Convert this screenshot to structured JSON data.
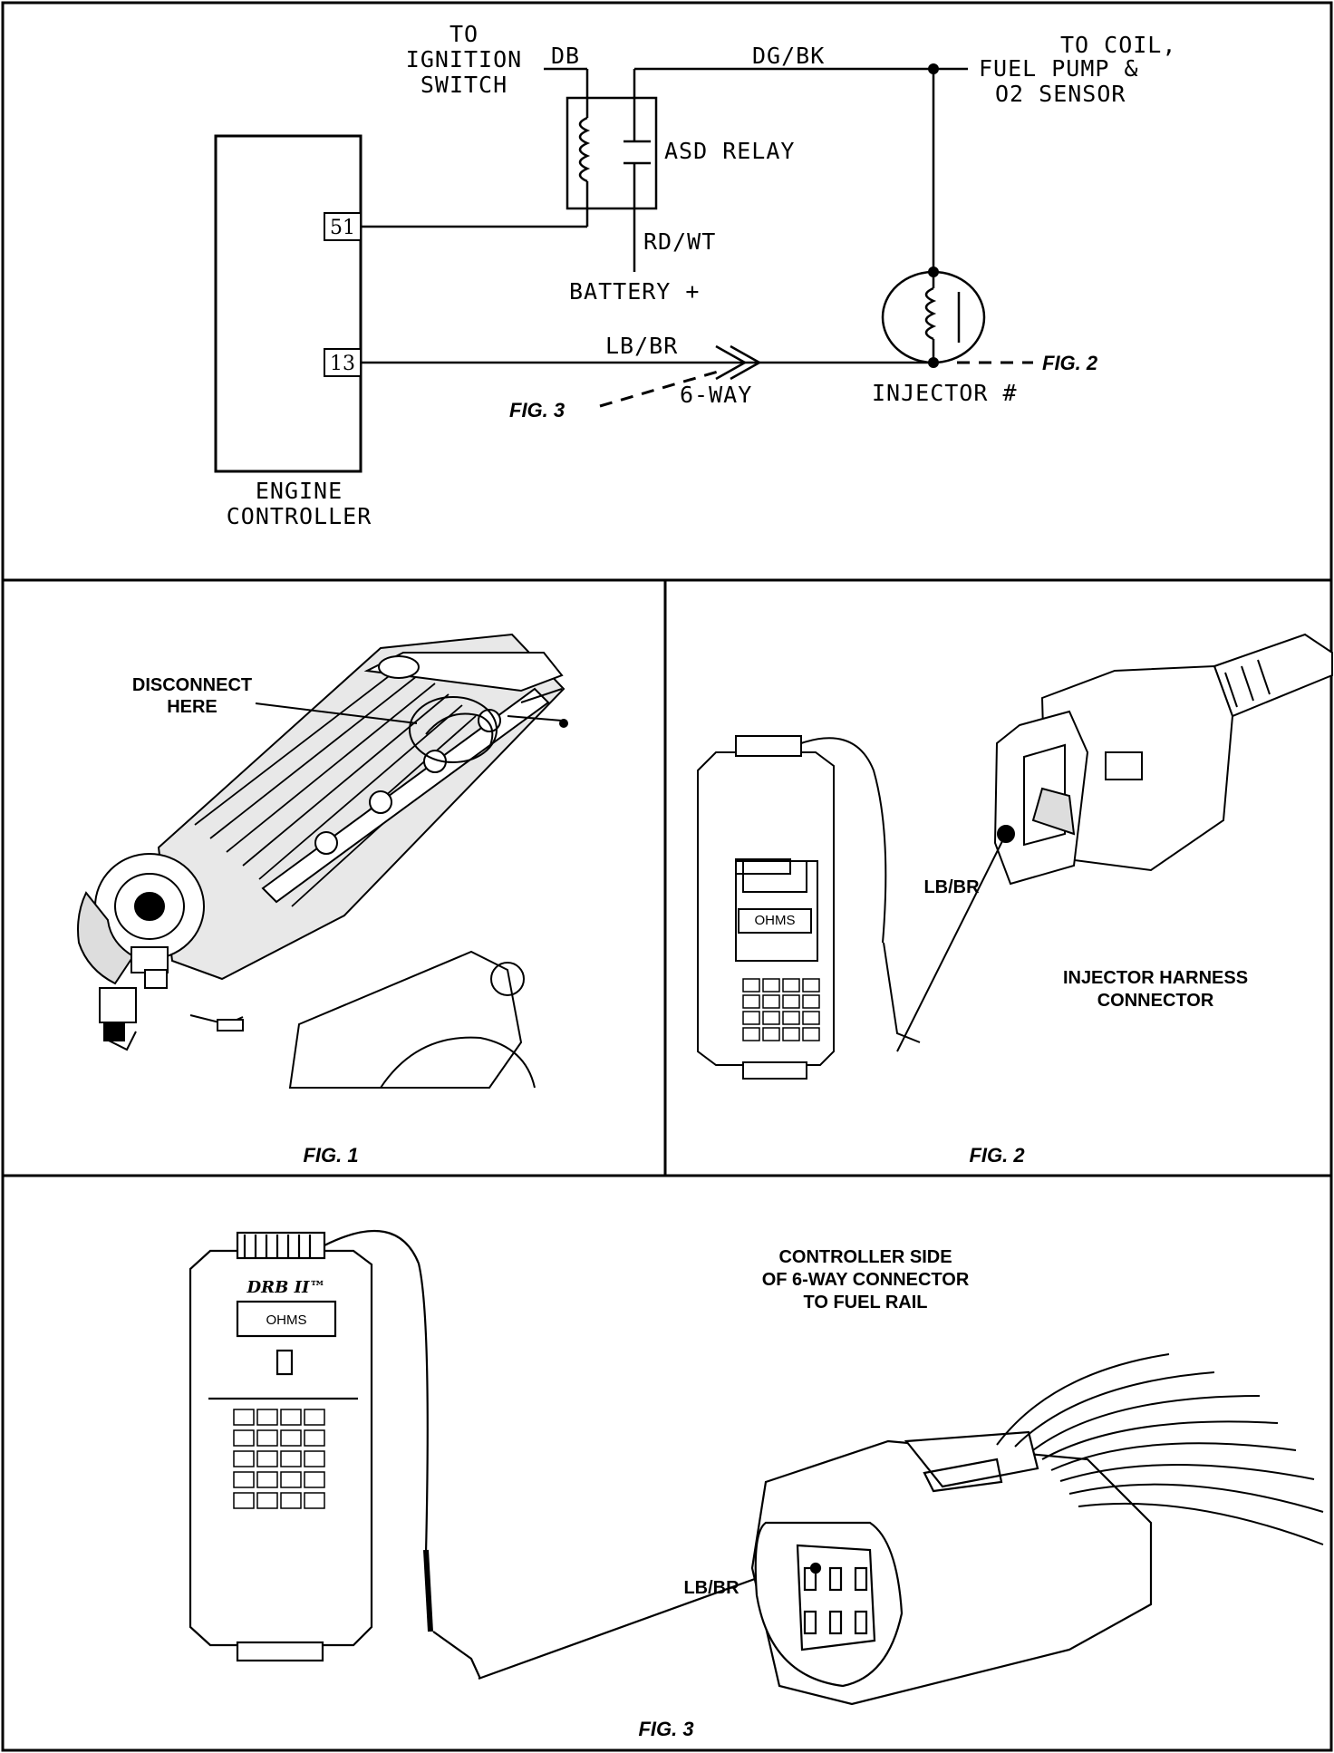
{
  "schematic": {
    "to_ignition_switch": [
      "TO",
      "IGNITION",
      "SWITCH"
    ],
    "wire_db": "DB",
    "wire_dg_bk": "DG/BK",
    "to_coil": [
      "TO COIL,",
      "FUEL PUMP &",
      "O2 SENSOR"
    ],
    "asd_relay": "ASD RELAY",
    "wire_rd_wt": "RD/WT",
    "battery": "BATTERY +",
    "pin_51": "51",
    "pin_13": "13",
    "wire_lb_br": "LB/BR",
    "six_way": "6-WAY",
    "injector": "INJECTOR #",
    "fig2_ref": "FIG. 2",
    "fig3_ref": "FIG. 3",
    "engine_controller": [
      "ENGINE",
      "CONTROLLER"
    ]
  },
  "fig1": {
    "disconnect_here": [
      "DISCONNECT",
      "HERE"
    ],
    "caption": "FIG. 1"
  },
  "fig2": {
    "lb_br": "LB/BR",
    "injector_harness_connector": [
      "INJECTOR HARNESS",
      "CONNECTOR"
    ],
    "screen": "OHMS",
    "caption": "FIG. 2"
  },
  "fig3": {
    "controller_side": [
      "CONTROLLER SIDE",
      "OF 6-WAY CONNECTOR",
      "TO FUEL RAIL"
    ],
    "brand": "DRB II™",
    "screen": "OHMS",
    "lb_br": "LB/BR",
    "caption": "FIG. 3"
  },
  "colors": {
    "ink": "#000000",
    "paper": "#ffffff"
  }
}
